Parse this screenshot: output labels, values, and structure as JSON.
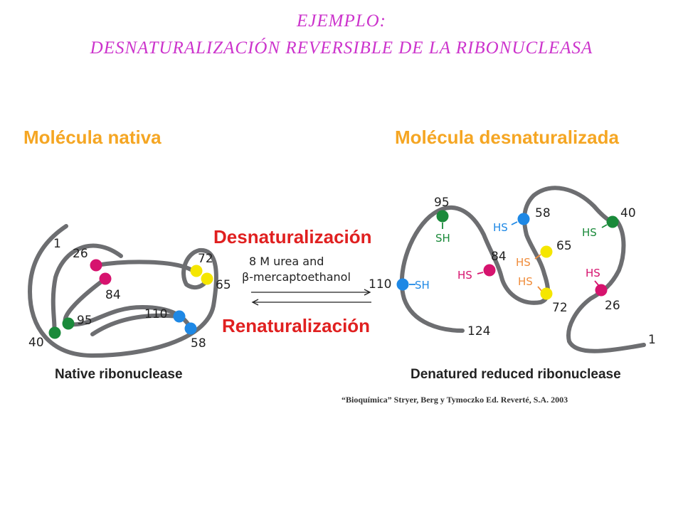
{
  "title": {
    "line1": "EJEMPLO:",
    "line2": "DESNATURALIZACIÓN REVERSIBLE DE LA RIBONUCLEASA"
  },
  "headings": {
    "native": "Molécula nativa",
    "denatured": "Molécula desnaturalizada"
  },
  "process": {
    "forward": "Desnaturalización",
    "reverse": "Renaturalización",
    "conditions_line1": "8 M urea and",
    "conditions_line2": "β-mercaptoethanol"
  },
  "native_molecule": {
    "caption": "Native ribonuclease",
    "labels": [
      "1",
      "26",
      "84",
      "72",
      "65",
      "110",
      "95",
      "40",
      "58"
    ]
  },
  "denatured_molecule": {
    "caption": "Denatured reduced ribonuclease",
    "residues": [
      "95",
      "110",
      "124",
      "84",
      "58",
      "65",
      "72",
      "40",
      "26",
      "1"
    ],
    "thiol_labels": [
      "SH",
      "SH",
      "HS",
      "HS",
      "HS",
      "HS",
      "HS",
      "HS"
    ]
  },
  "credit": "“Bioquímica” Stryer, Berg y Tymoczko Ed. Reverté, S.A. 2003",
  "colors": {
    "title": "#cc33cc",
    "heading": "#f5a623",
    "process_label": "#e02020",
    "chain": "#6d6e71",
    "cys_green": "#1a8a3a",
    "cys_magenta": "#d6136e",
    "cys_yellow": "#f5e600",
    "cys_blue": "#1e88e5",
    "hs_orange": "#f08c3a"
  }
}
